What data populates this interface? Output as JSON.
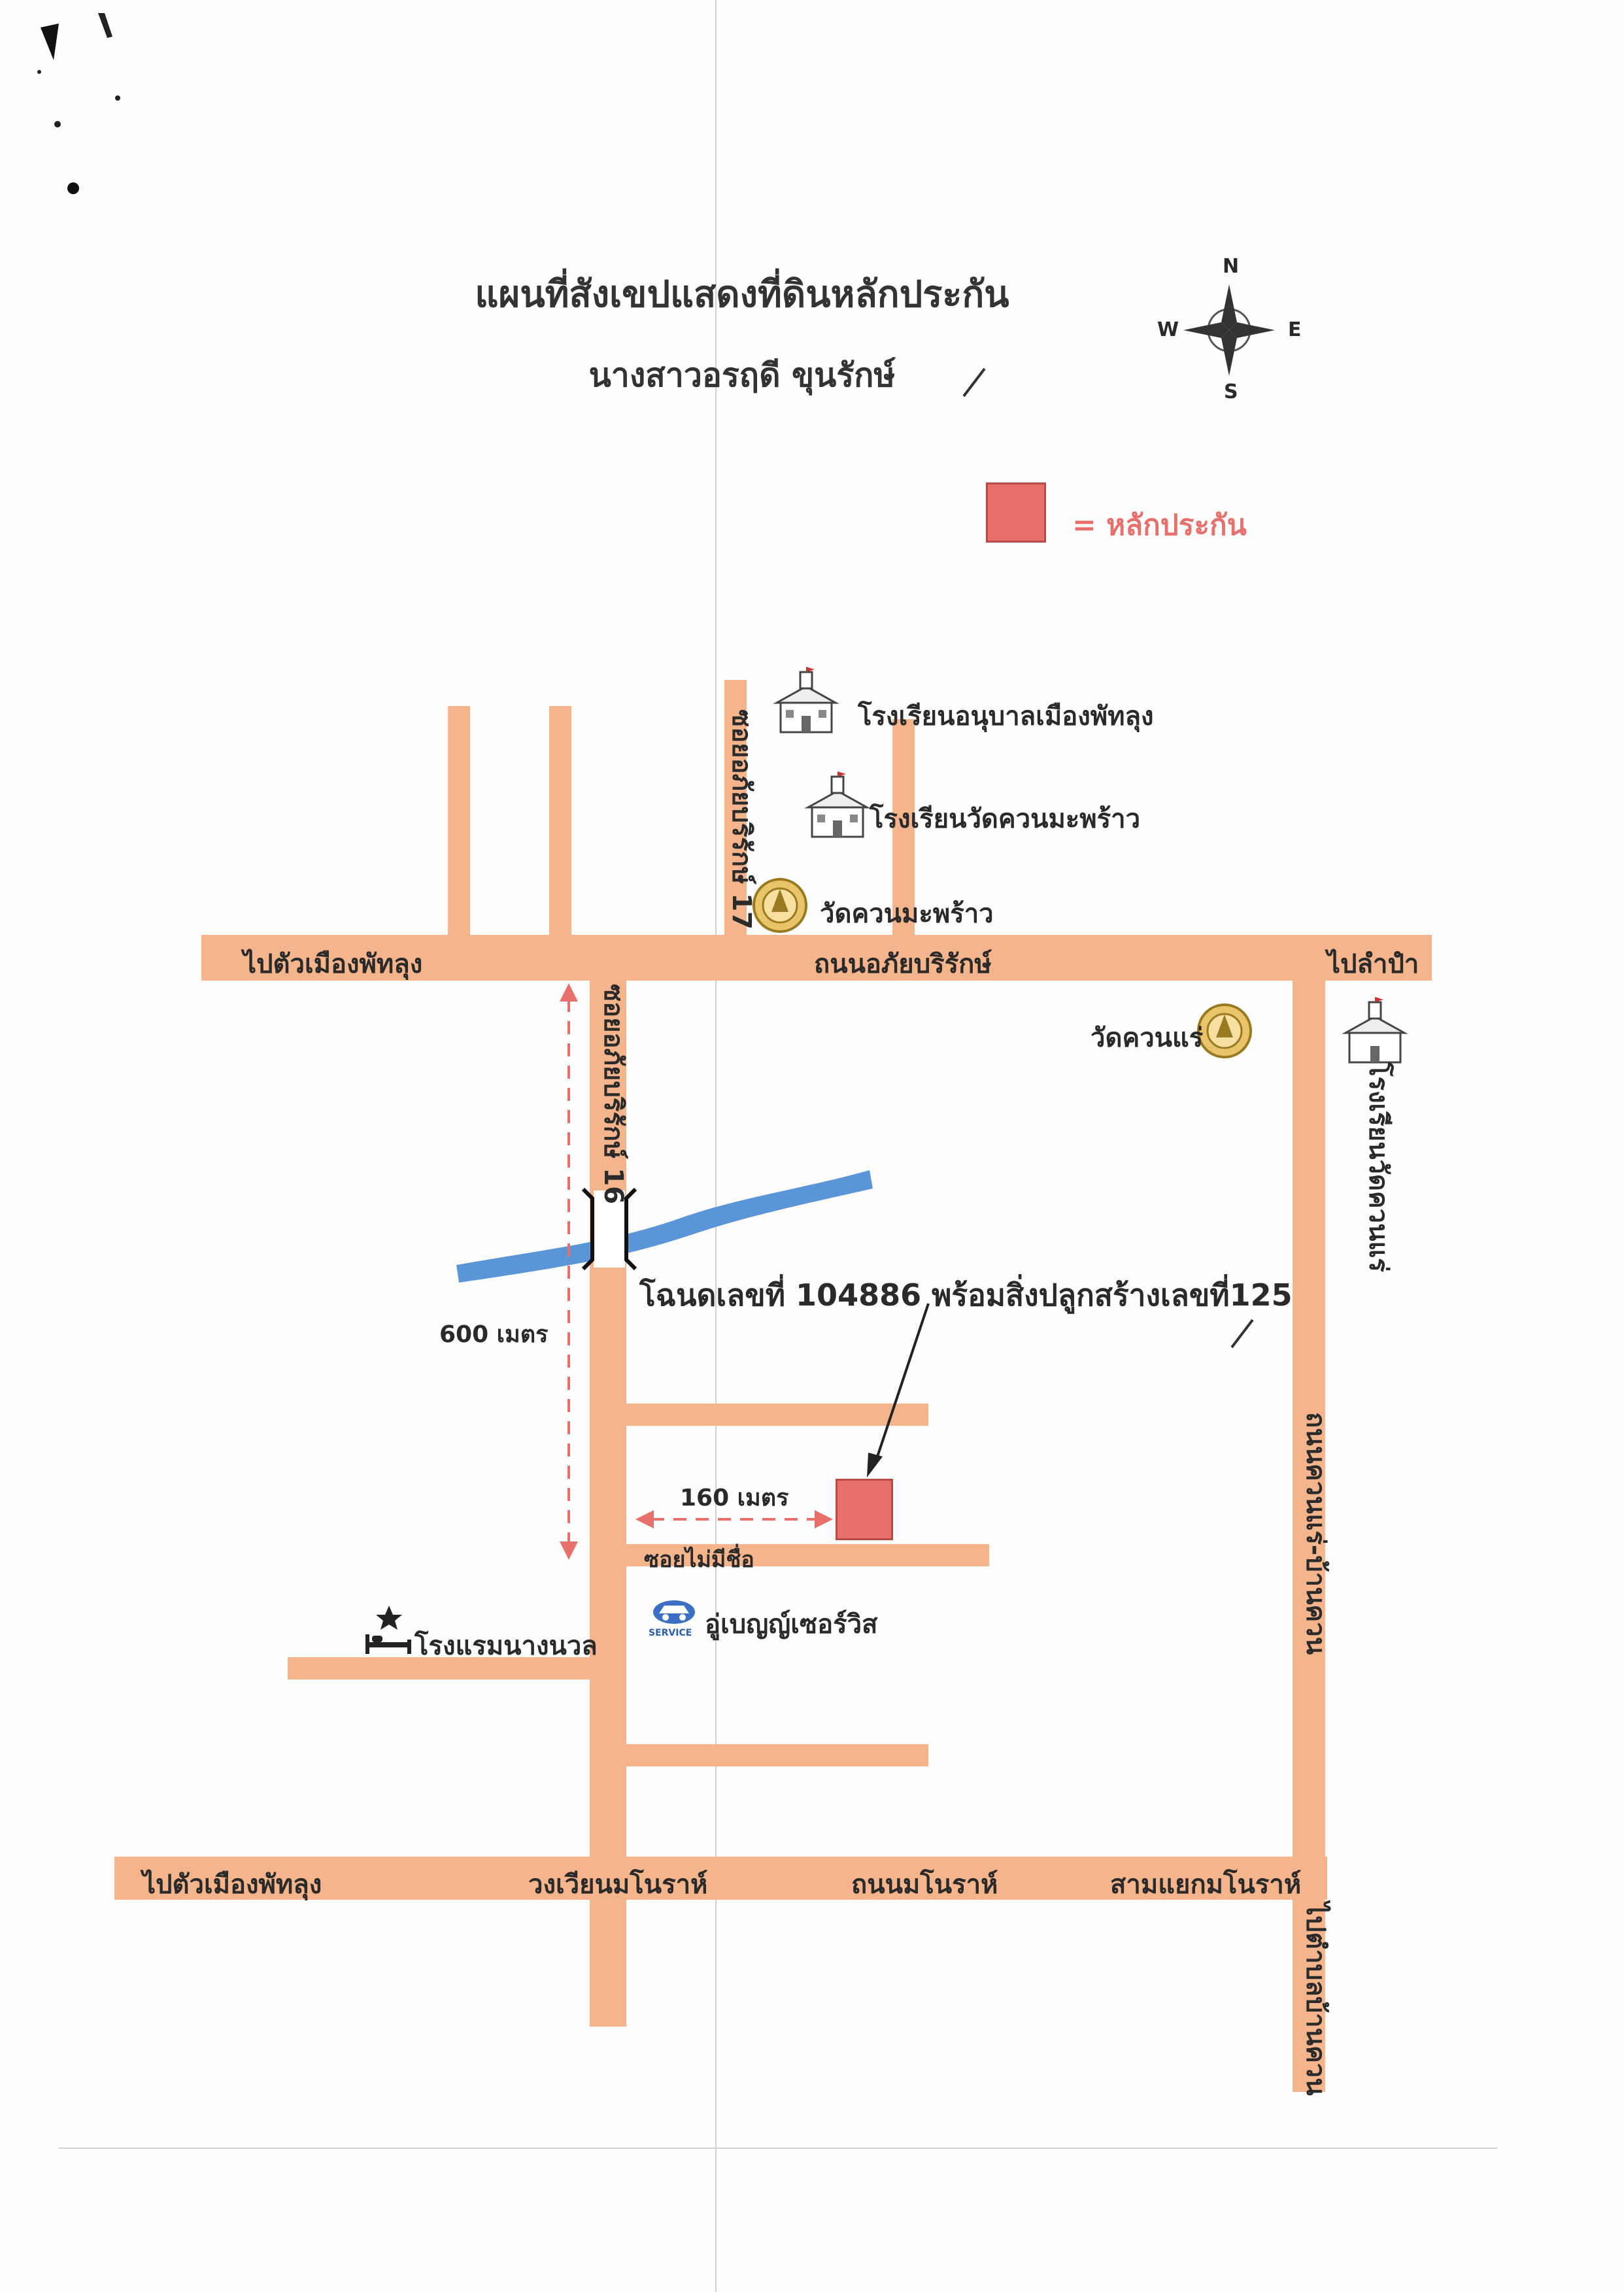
{
  "title": "แผนที่สังเขปแสดงที่ดินหลักประกัน",
  "owner": "นางสาวอรฤดี ขุนรักษ์",
  "compass": {
    "n": "N",
    "s": "S",
    "e": "E",
    "w": "W"
  },
  "legend": {
    "symbol_label": "= หลักประกัน",
    "color": "#e8706c"
  },
  "roads": {
    "top_road": "ถนนอภัยบริรักษ์",
    "top_left_dest": "ไปตัวเมืองพัทลุง",
    "top_right_dest": "ไปลำปำ",
    "bottom_left_dest": "ไปตัวเมืองพัทลุง",
    "bottom_circle": "วงเวียนมโนราห์",
    "bottom_road": "ถนนมโนราห์",
    "bottom_junction": "สามแยกมโนราห์",
    "soi16": "ซอยอภัยบริรักษ์ 16",
    "soi17": "ซอยอภัยบริรักษ์ 17",
    "right_road": "ถนนควนแร่-บ้านควน",
    "right_dest": "ไปตำบลบ้านควน",
    "unnamed_soi": "ซอยไม่มีชื่อ"
  },
  "landmarks": {
    "school1": "โรงเรียนอนุบาลเมืองพัทลุง",
    "school2": "โรงเรียนวัดควนมะพร้าว",
    "temple1": "วัดควนมะพร้าว",
    "temple2": "วัดควนแร่",
    "school3": "โรงเรียนวัดควนแร่",
    "hotel": "โรงแรมนางนวล",
    "garage": "อู่เบญญ์เซอร์วิส",
    "service_text": "SERVICE"
  },
  "parcel": {
    "label": "โฉนดเลขที่ 104886 พร้อมสิ่งปลูกสร้างเลขที่125"
  },
  "distances": {
    "vertical": "600 เมตร",
    "horizontal": "160 เมตร"
  },
  "colors": {
    "road": "#f4b48c",
    "river": "#5a95d8",
    "parcel": "#e8706c",
    "arrow": "#e8706c"
  }
}
